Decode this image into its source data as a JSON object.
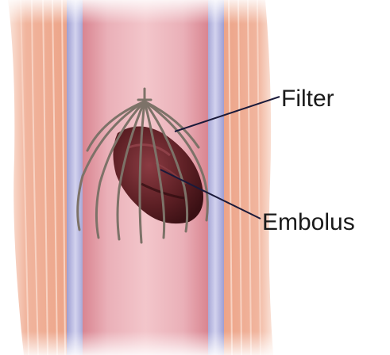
{
  "labels": {
    "filter": "Filter",
    "embolus": "Embolus"
  },
  "colors": {
    "vessel_lumen": "#e7a3ac",
    "vessel_wall": "#b7b7de",
    "muscle": "#eeae96",
    "muscle_stripe": "#f6c9b6",
    "filter_wire": "#7d7268",
    "embolus": "#5c1f24",
    "leader_line": "#1a1a3a"
  },
  "icons": [
    "vein-illustration",
    "filter-cage",
    "embolus-clot"
  ]
}
